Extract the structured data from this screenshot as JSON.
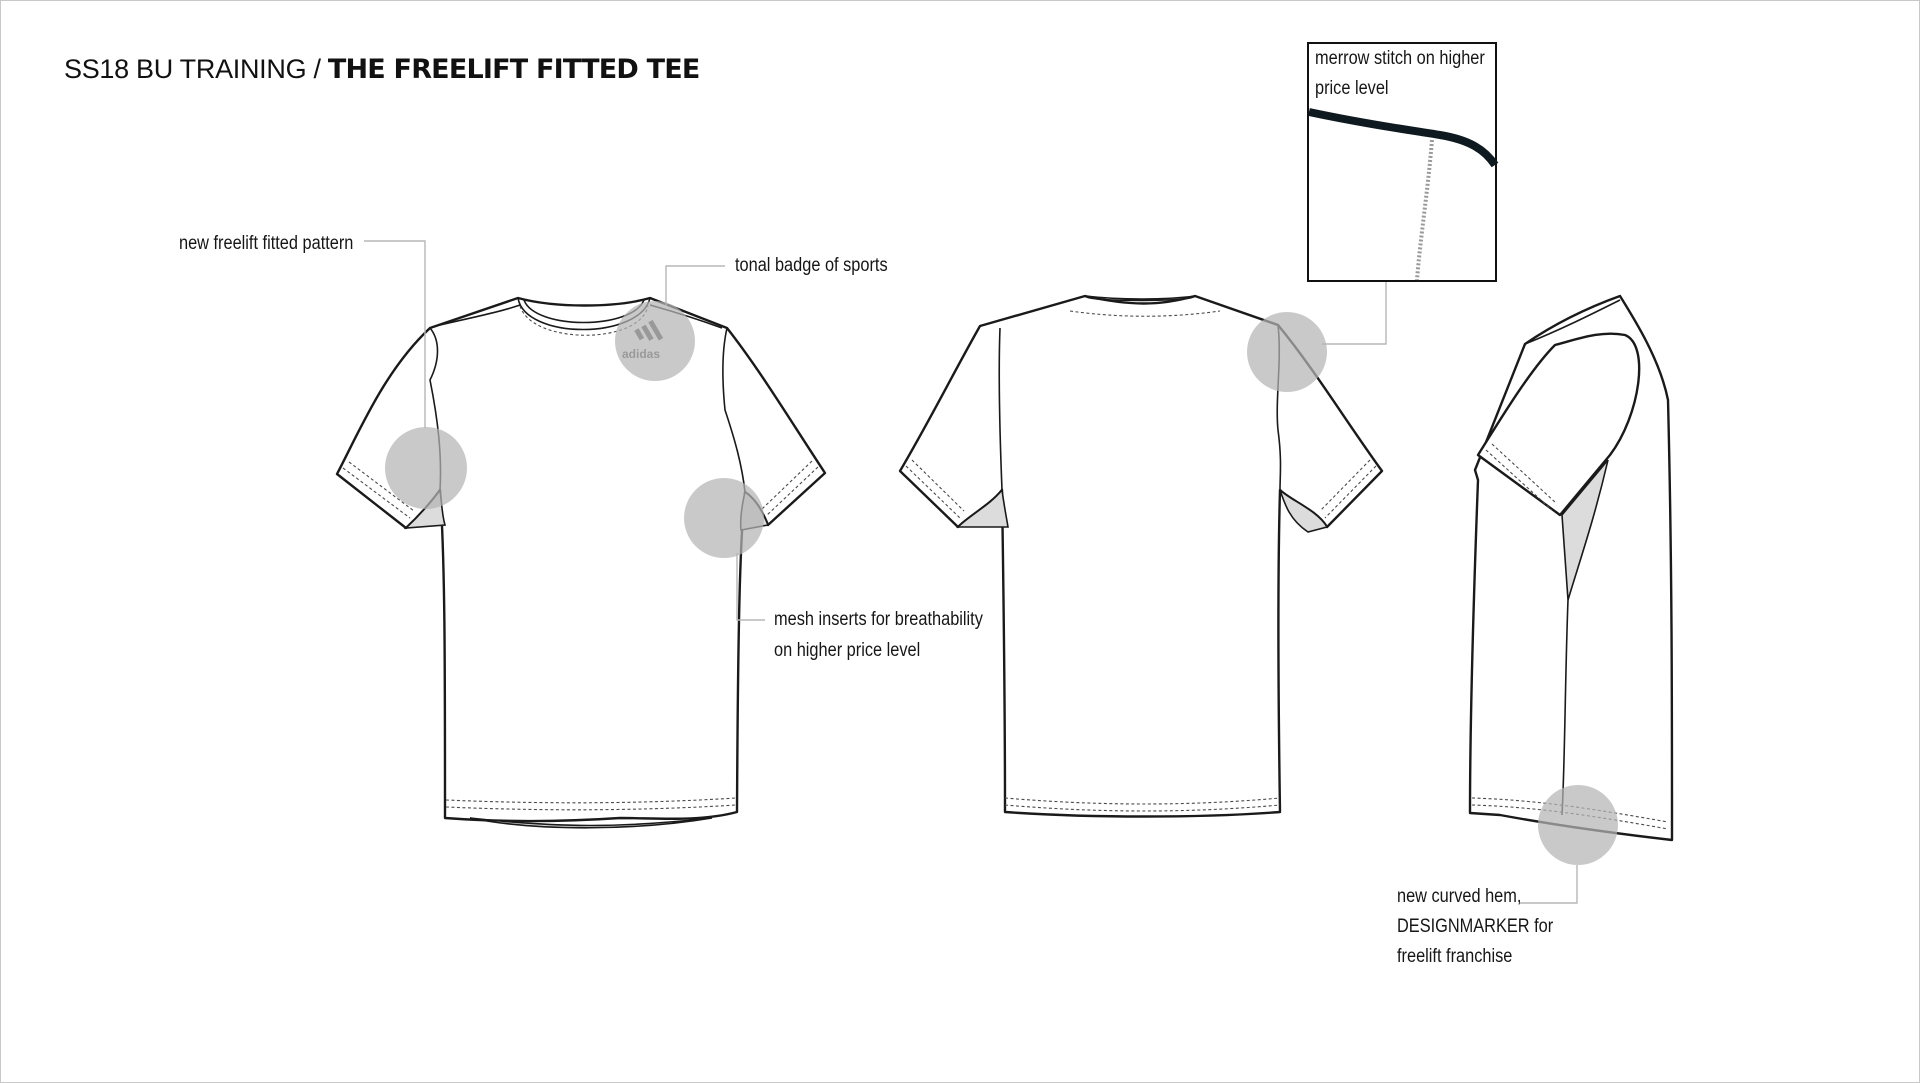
{
  "header": {
    "prefix": "SS18 BU TRAINING / ",
    "product": "THE FREELIFT FITTED TEE"
  },
  "badge": {
    "logo_text": "adidas"
  },
  "callouts": {
    "freelift_pattern": "new freelift fitted pattern",
    "tonal_badge": "tonal badge of sports",
    "mesh_line1": "mesh inserts for breathability",
    "mesh_line2": "on higher price level",
    "merrow_line1": "merrow stitch on higher",
    "merrow_line2": "price level",
    "hem_line1": "new curved hem,",
    "hem_line2": "DESIGNMARKER for",
    "hem_line3": "freelift franchise"
  },
  "colors": {
    "callout_dot": "#b4b4b4",
    "outline": "#1a1a1a",
    "mesh_fill": "#dcdcdc",
    "leader_line": "#b7b7b7"
  },
  "views": [
    "front",
    "back",
    "side"
  ]
}
